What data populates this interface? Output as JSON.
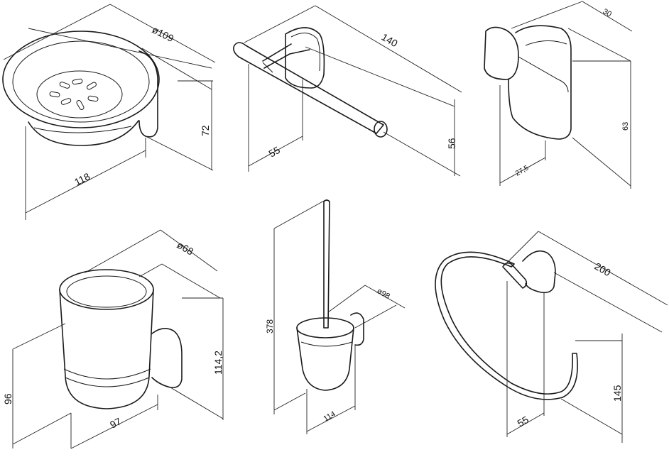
{
  "colors": {
    "ink": "#1a1a1a",
    "background": "#ffffff"
  },
  "items": [
    {
      "id": "soap-dish",
      "dimensions": [
        "ø109",
        "72",
        "118"
      ]
    },
    {
      "id": "paper-holder",
      "dimensions": [
        "140",
        "55",
        "56"
      ]
    },
    {
      "id": "robe-hook",
      "dimensions": [
        "30",
        "63",
        "27,5"
      ]
    },
    {
      "id": "tumbler-holder",
      "dimensions": [
        "ø68",
        "114,2",
        "96",
        "97"
      ]
    },
    {
      "id": "toilet-brush",
      "dimensions": [
        "378",
        "ø98",
        "114"
      ]
    },
    {
      "id": "towel-ring",
      "dimensions": [
        "200",
        "145",
        "55"
      ]
    }
  ]
}
